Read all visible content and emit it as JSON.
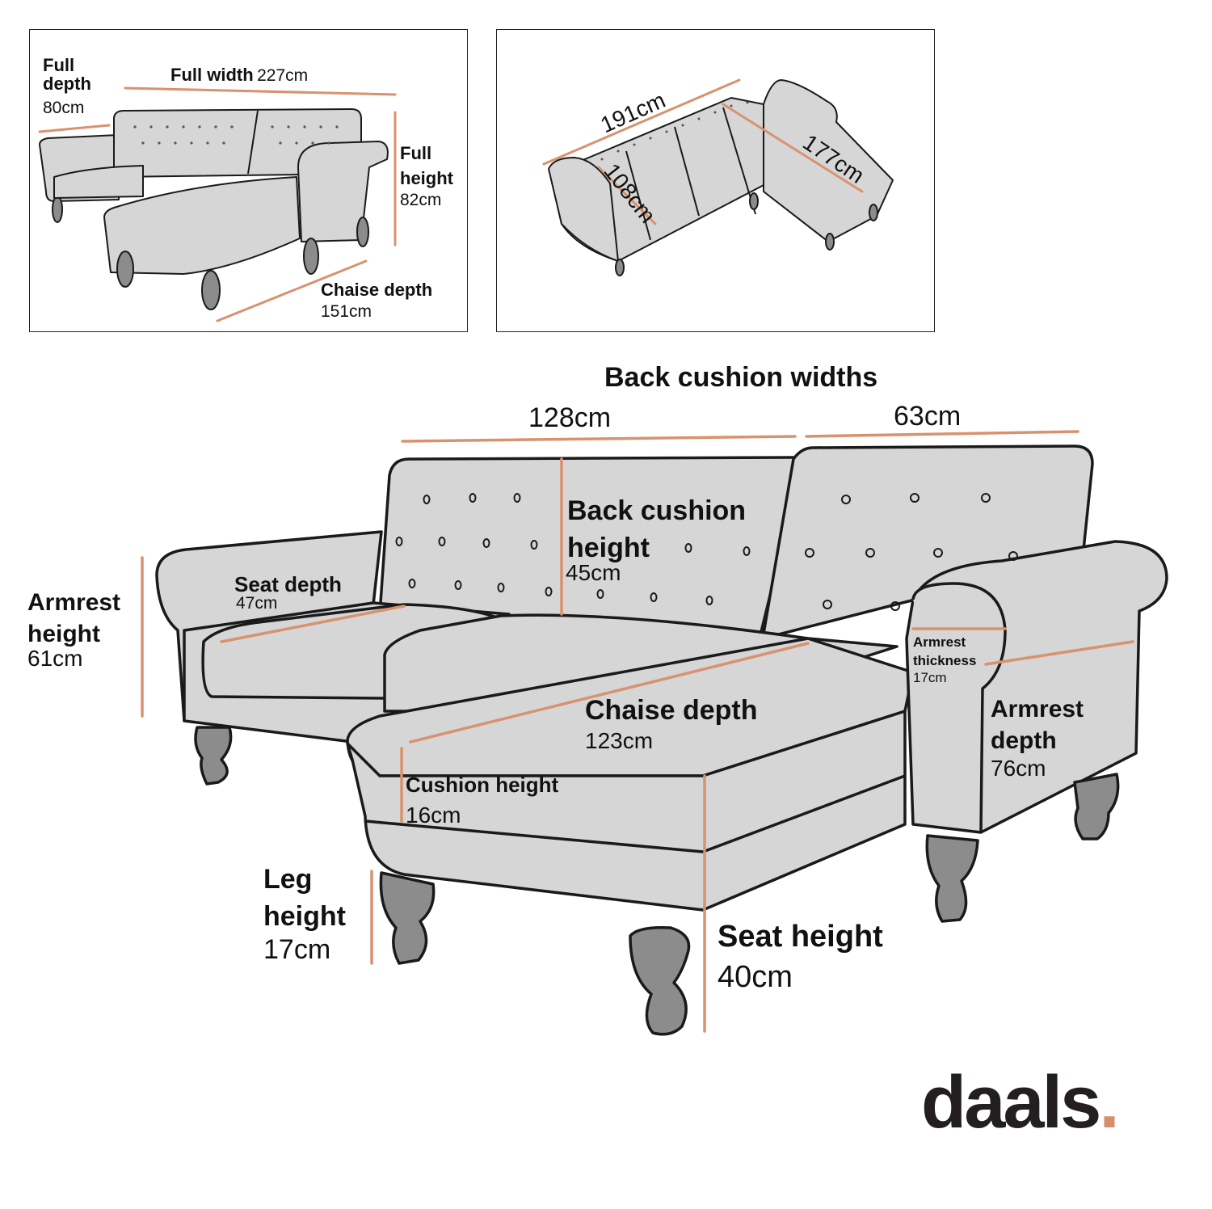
{
  "brand": {
    "name": "daals",
    "dot": ".",
    "accent_color": "#d88c6c"
  },
  "colors": {
    "upholstery": "#d6d6d6",
    "outline": "#1a1a1a",
    "legs": "#8c8c8c",
    "measure_line": "#d8926f"
  },
  "overview_panel": {
    "full_depth": {
      "label": "Full depth",
      "value": "80cm"
    },
    "full_width": {
      "label": "Full width",
      "value": "227cm"
    },
    "full_height": {
      "label": "Full height",
      "value": "82cm"
    },
    "chaise_depth": {
      "label": "Chaise depth",
      "value": "151cm"
    }
  },
  "bed_panel": {
    "length": "191cm",
    "seat_width": "108cm",
    "chaise_length": "177cm"
  },
  "main_diagram": {
    "back_cushion_widths": {
      "label": "Back cushion widths",
      "left": "128cm",
      "right": "63cm"
    },
    "back_cushion_height": {
      "label": "Back cushion height",
      "value": "45cm"
    },
    "seat_depth": {
      "label": "Seat depth",
      "value": "47cm"
    },
    "armrest_height": {
      "label": "Armrest height",
      "value": "61cm"
    },
    "armrest_thickness": {
      "label": "Armrest thickness",
      "value": "17cm"
    },
    "armrest_depth": {
      "label": "Armrest depth",
      "value": "76cm"
    },
    "chaise_depth": {
      "label": "Chaise depth",
      "value": "123cm"
    },
    "cushion_height": {
      "label": "Cushion height",
      "value": "16cm"
    },
    "leg_height": {
      "label": "Leg height",
      "value": "17cm"
    },
    "seat_height": {
      "label": "Seat height",
      "value": "40cm"
    }
  }
}
